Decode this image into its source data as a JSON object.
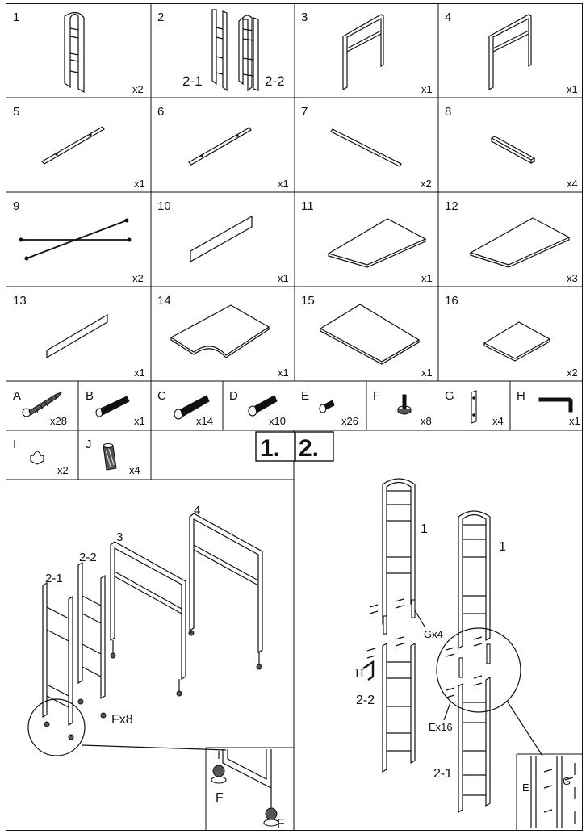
{
  "parts": [
    {
      "num": "1",
      "qty": "x2",
      "icon": "side-frame-icon"
    },
    {
      "num": "2",
      "qty": "",
      "icon": "side-frame-pair-icon",
      "sub": [
        "2-1",
        "2-2"
      ]
    },
    {
      "num": "3",
      "qty": "x1",
      "icon": "rectangular-frame-icon"
    },
    {
      "num": "4",
      "qty": "x1",
      "icon": "rectangular-frame-icon"
    },
    {
      "num": "5",
      "qty": "x1",
      "icon": "long-rail-icon"
    },
    {
      "num": "6",
      "qty": "x1",
      "icon": "long-rail-icon"
    },
    {
      "num": "7",
      "qty": "x2",
      "icon": "long-rail-icon"
    },
    {
      "num": "8",
      "qty": "x4",
      "icon": "short-tube-icon"
    },
    {
      "num": "9",
      "qty": "x2",
      "icon": "cross-brace-icon"
    },
    {
      "num": "10",
      "qty": "x1",
      "icon": "narrow-panel-icon"
    },
    {
      "num": "11",
      "qty": "x1",
      "icon": "shelf-board-icon"
    },
    {
      "num": "12",
      "qty": "x3",
      "icon": "shelf-board-icon"
    },
    {
      "num": "13",
      "qty": "x1",
      "icon": "narrow-panel-icon"
    },
    {
      "num": "14",
      "qty": "x1",
      "icon": "desktop-board-icon"
    },
    {
      "num": "15",
      "qty": "x1",
      "icon": "large-board-icon"
    },
    {
      "num": "16",
      "qty": "x2",
      "icon": "small-board-icon"
    }
  ],
  "hardware": [
    {
      "letter": "A",
      "qty": "x28",
      "icon": "wood-screw-icon"
    },
    {
      "letter": "B",
      "qty": "x1",
      "icon": "bolt-icon"
    },
    {
      "letter": "C",
      "qty": "x14",
      "icon": "bolt-icon"
    },
    {
      "letter": "D",
      "qty": "x10",
      "icon": "bolt-icon"
    },
    {
      "letter": "E",
      "qty": "x26",
      "icon": "short-bolt-icon"
    },
    {
      "letter": "F",
      "qty": "x8",
      "icon": "leveling-foot-icon"
    },
    {
      "letter": "G",
      "qty": "x4",
      "icon": "connector-bar-icon"
    },
    {
      "letter": "H",
      "qty": "x1",
      "icon": "allen-key-icon"
    },
    {
      "letter": "I",
      "qty": "x2",
      "icon": "cap-nut-icon"
    },
    {
      "letter": "J",
      "qty": "x4",
      "icon": "dowel-icon"
    }
  ],
  "steps": [
    "1.",
    "2."
  ],
  "step1": {
    "labels": [
      "4",
      "3",
      "2-2",
      "2-1"
    ],
    "feet_callout": "Fx8",
    "detail_labels": [
      "F",
      "F"
    ]
  },
  "step2": {
    "frame_labels": [
      "1",
      "1"
    ],
    "labels": [
      "Gx4",
      "H",
      "2-2",
      "Ex16",
      "2-1"
    ],
    "detail_labels": [
      "E",
      "G"
    ]
  },
  "colors": {
    "line": "#111111",
    "background": "#ffffff"
  }
}
